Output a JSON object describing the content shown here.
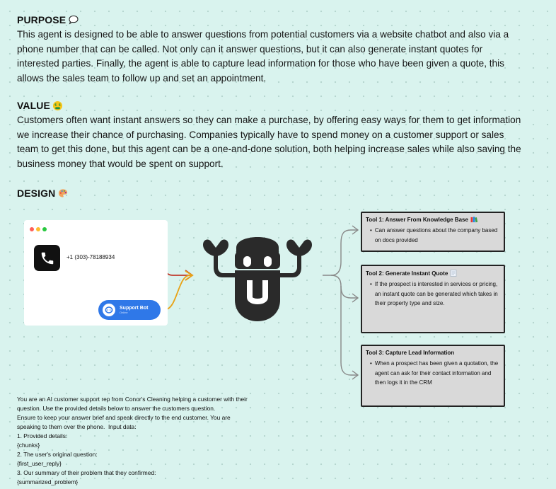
{
  "purpose": {
    "heading": "PURPOSE",
    "icon": "speech-bubble-icon",
    "text": "This agent is designed to be able to answer questions from potential customers via a website chatbot and also via a phone number that can be called. Not only can it answer questions, but it can also generate instant quotes for interested parties. Finally, the agent is able to capture lead information for those who have been given a quote, this allows the sales team to follow up and set an appointment."
  },
  "value": {
    "heading": "VALUE",
    "icon": "money-mouth-face-icon",
    "text": "Customers often want instant answers so they can make a purchase, by offering easy ways for them to get information we increase their chance of purchasing. Companies typically have to spend money on a customer support or sales team to get this done, but this agent can be a one-and-done solution, both helping increase sales while also saving the business money that would be spent on support."
  },
  "design": {
    "heading": "DESIGN",
    "icon": "artist-palette-icon"
  },
  "mockup": {
    "phone_number": "+1 (303)-78188934",
    "support_title": "Support Bot",
    "support_subtitle": "Online"
  },
  "tools": [
    {
      "title": "Tool 1: Answer From Knowledge Base",
      "icon": "books-icon",
      "description": "Can answer questions about the company based on docs provided"
    },
    {
      "title": "Tool 2: Generate Instant Quote",
      "icon": "receipt-icon",
      "description": "If the prospect is interested in services or pricing, an instant quote can be generated which takes in their property type and size."
    },
    {
      "title": "Tool 3: Capture Lead Information",
      "icon": "",
      "description": "When a prospect has been given a quotation, the agent can ask for their contact information and then logs it in the CRM"
    }
  ],
  "prompt_lines": [
    "You are an AI customer support rep from Conor's Cleaning helping a customer with their",
    "question. Use the provided details below to answer the customers question.",
    "Ensure to keep your answer brief and speak directly to the end customer. You are",
    "speaking to them over the phone.  Input data:",
    "1. Provided details:",
    "{chunks}",
    "2. The user's original question:",
    "{first_user_reply}",
    "3. Our summary of their problem that they confirmed:",
    "{summarized_problem}"
  ],
  "colors": {
    "background": "#d9f3ee",
    "phone_line": "#c0392b",
    "chat_line": "#e8a317",
    "support_button": "#2f78e8",
    "tool_box": "#d9d9d9",
    "robot": "#2a2a2a"
  }
}
